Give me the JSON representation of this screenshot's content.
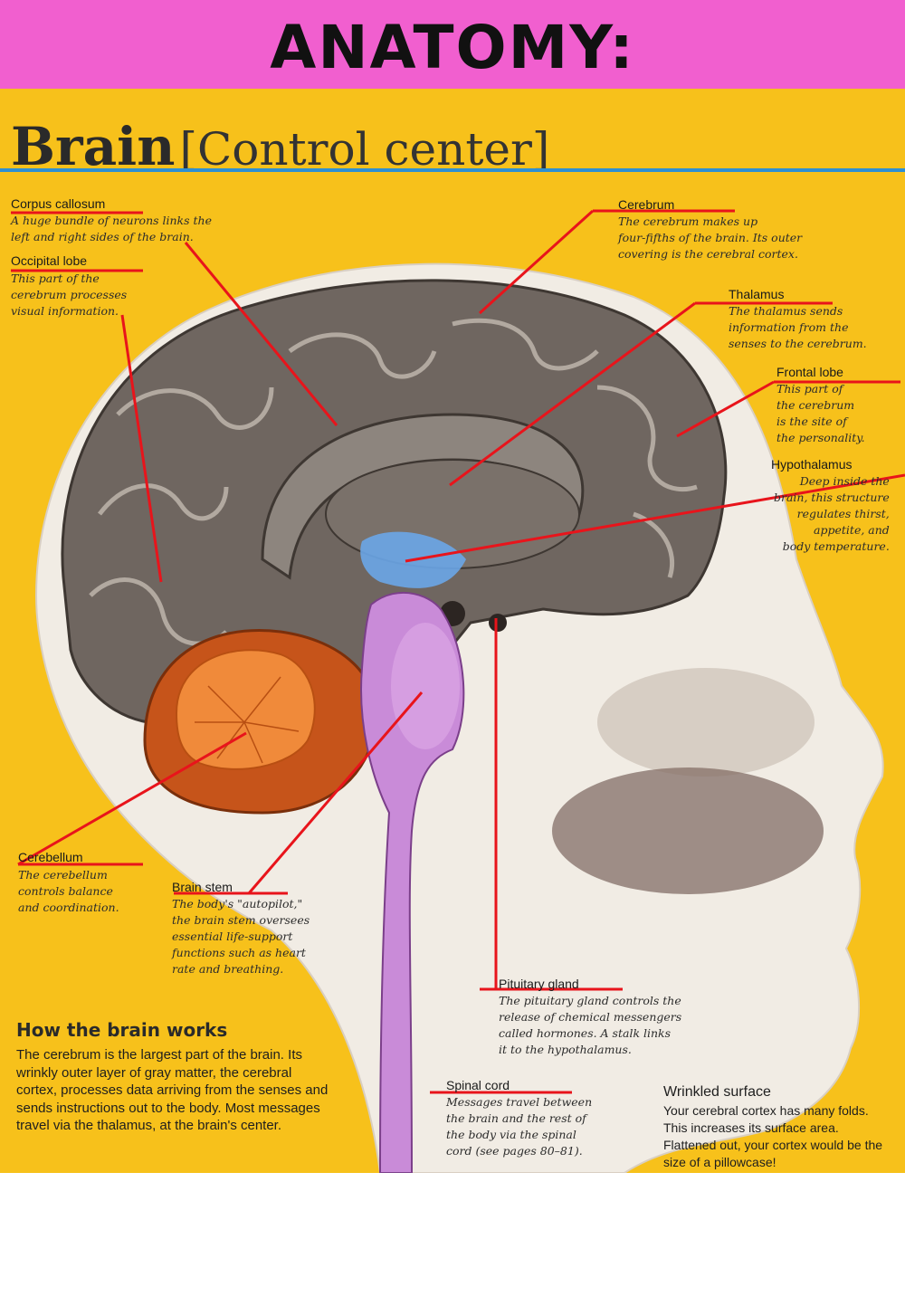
{
  "banner": {
    "title": "ANATOMY:"
  },
  "heading": {
    "bold": "Brain",
    "sub": "[Control center]"
  },
  "labels": {
    "corpus_callosum": {
      "title": "Corpus callosum",
      "desc": "A huge bundle of neurons links the\nleft and right sides of the brain."
    },
    "occipital_lobe": {
      "title": "Occipital lobe",
      "desc": "This part of the\ncerebrum processes\nvisual information."
    },
    "cerebrum": {
      "title": "Cerebrum",
      "desc": "The cerebrum makes up\nfour-fifths of the brain. Its outer\ncovering is the cerebral cortex."
    },
    "thalamus": {
      "title": "Thalamus",
      "desc": "The thalamus sends\ninformation from the\nsenses to the cerebrum."
    },
    "frontal_lobe": {
      "title": "Frontal lobe",
      "desc": "This part of\nthe cerebrum\nis the site of\nthe personality."
    },
    "hypothalamus": {
      "title": "Hypothalamus",
      "desc": "Deep inside the\nbrain, this structure\nregulates thirst,\nappetite, and\nbody temperature."
    },
    "cerebellum": {
      "title": "Cerebellum",
      "desc": "The cerebellum\ncontrols balance\nand coordination."
    },
    "brain_stem": {
      "title": "Brain stem",
      "desc": "The body's \"autopilot,\"\nthe brain stem oversees\nessential life-support\nfunctions such as heart\nrate and breathing."
    },
    "pituitary_gland": {
      "title": "Pituitary gland",
      "desc": "The pituitary gland controls the\nrelease of chemical messengers\ncalled hormones. A stalk links\nit to the hypothalamus."
    },
    "spinal_cord": {
      "title": "Spinal cord",
      "desc": "Messages travel between\nthe brain and the rest of\nthe body via the spinal\ncord (see pages 80–81)."
    }
  },
  "how_box": {
    "title": "How the brain works",
    "body": "The cerebrum is the largest part of the brain. Its wrinkly outer layer of gray matter, the cerebral cortex, processes data arriving from the senses and sends instructions out to the body. Most messages travel via the thalamus, at the brain's center."
  },
  "wrinkled": {
    "title": "Wrinkled surface",
    "body": "Your cerebral cortex has many folds. This increases its surface area. Flattened out, your cortex would be the size of a pillowcase!"
  },
  "colors": {
    "banner": "#f15fcf",
    "background": "#f7c11b",
    "rule": "#2f8fd1",
    "pointer": "#e8141b",
    "brainstem": "#c98bd8",
    "cerebellum": "#e26a1e",
    "hypothalamus": "#6aa6e8"
  }
}
